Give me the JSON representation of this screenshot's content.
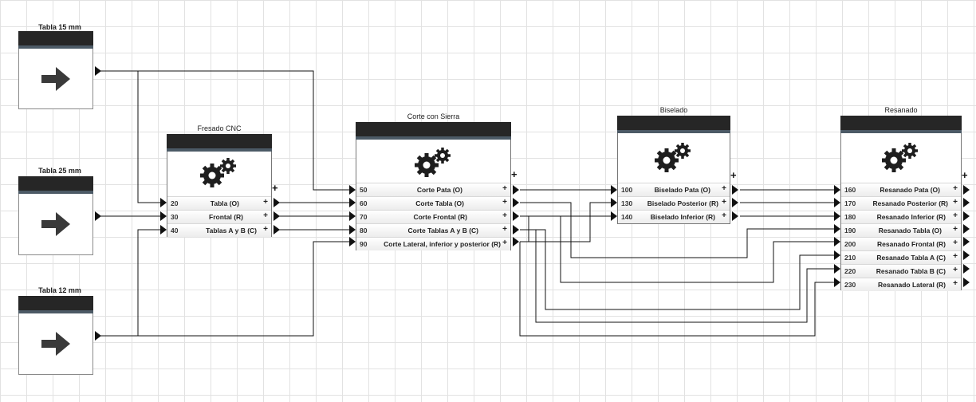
{
  "sources": [
    {
      "title": "Tabla 15 mm",
      "icon": "arrow-right-icon"
    },
    {
      "title": "Tabla 25 mm",
      "icon": "arrow-right-icon"
    },
    {
      "title": "Tabla 12 mm",
      "icon": "arrow-right-icon"
    }
  ],
  "nodes": [
    {
      "title": "Fresado CNC",
      "icon": "gears-icon",
      "rows": [
        {
          "num": "20",
          "label": "Tabla (O)",
          "plus": "+"
        },
        {
          "num": "30",
          "label": "Frontal (R)",
          "plus": "+"
        },
        {
          "num": "40",
          "label": "Tablas A y B (C)",
          "plus": "+"
        }
      ]
    },
    {
      "title": "Corte con Sierra",
      "icon": "gears-icon",
      "rows": [
        {
          "num": "50",
          "label": "Corte Pata (O)",
          "plus": "+"
        },
        {
          "num": "60",
          "label": "Corte Tabla (O)",
          "plus": "+"
        },
        {
          "num": "70",
          "label": "Corte Frontal (R)",
          "plus": "+"
        },
        {
          "num": "80",
          "label": "Corte Tablas A y B (C)",
          "plus": "+"
        },
        {
          "num": "90",
          "label": "Corte Lateral, inferior y posterior (R)",
          "plus": "+"
        }
      ]
    },
    {
      "title": "Biselado",
      "icon": "gears-icon",
      "rows": [
        {
          "num": "100",
          "label": "Biselado Pata (O)",
          "plus": "+"
        },
        {
          "num": "130",
          "label": "Biselado Posterior (R)",
          "plus": "+"
        },
        {
          "num": "140",
          "label": "Biselado Inferior (R)",
          "plus": "+"
        }
      ]
    },
    {
      "title": "Resanado",
      "icon": "gears-icon",
      "rows": [
        {
          "num": "160",
          "label": "Resanado Pata (O)",
          "plus": "+"
        },
        {
          "num": "170",
          "label": "Resanado Posterior (R)",
          "plus": "+"
        },
        {
          "num": "180",
          "label": "Resanado Inferior (R)",
          "plus": "+"
        },
        {
          "num": "190",
          "label": "Resanado Tabla (O)",
          "plus": "+"
        },
        {
          "num": "200",
          "label": "Resanado Frontal (R)",
          "plus": "+"
        },
        {
          "num": "210",
          "label": "Resanado Tabla A (C)",
          "plus": "+"
        },
        {
          "num": "220",
          "label": "Resanado Tabla B (C)",
          "plus": "+"
        },
        {
          "num": "230",
          "label": "Resanado Lateral (R)",
          "plus": "+"
        }
      ]
    }
  ],
  "add_symbol": "+"
}
